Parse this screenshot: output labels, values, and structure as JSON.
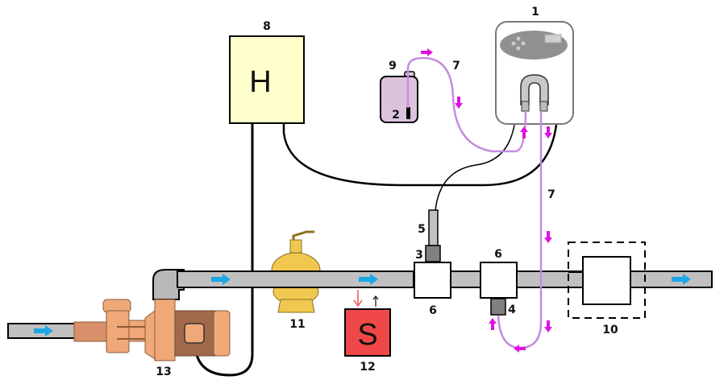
{
  "diagram": {
    "title": "Pool dosing installation schematic",
    "labels": {
      "dosing_pump": "1",
      "suction_lance": "2",
      "ph_probe_holder": "3",
      "injection_valve": "4",
      "ph_probe": "5",
      "probe_holder_tee": "6",
      "probe_holder_tee_2": "6",
      "tube_upper": "7",
      "tube_lower": "7",
      "heater": "8",
      "chemical_tank": "9",
      "optional_device": "10",
      "sand_filter": "11",
      "salt_chlorinator": "12",
      "circulation_pump": "13"
    },
    "heater_letter": "H",
    "chlorinator_letter": "S",
    "colors": {
      "pipe": "#c0c0c0",
      "flow_arrow": "#1aa7e6",
      "dosing_tube": "#c58be0",
      "dosing_arrow": "#e010e0",
      "heater_fill": "#ffffcc",
      "chlorinator_fill": "#f04848",
      "tank_fill": "#dcc3dc",
      "pump_copper": "#f0a878",
      "filter_gold": "#f0c850"
    }
  }
}
